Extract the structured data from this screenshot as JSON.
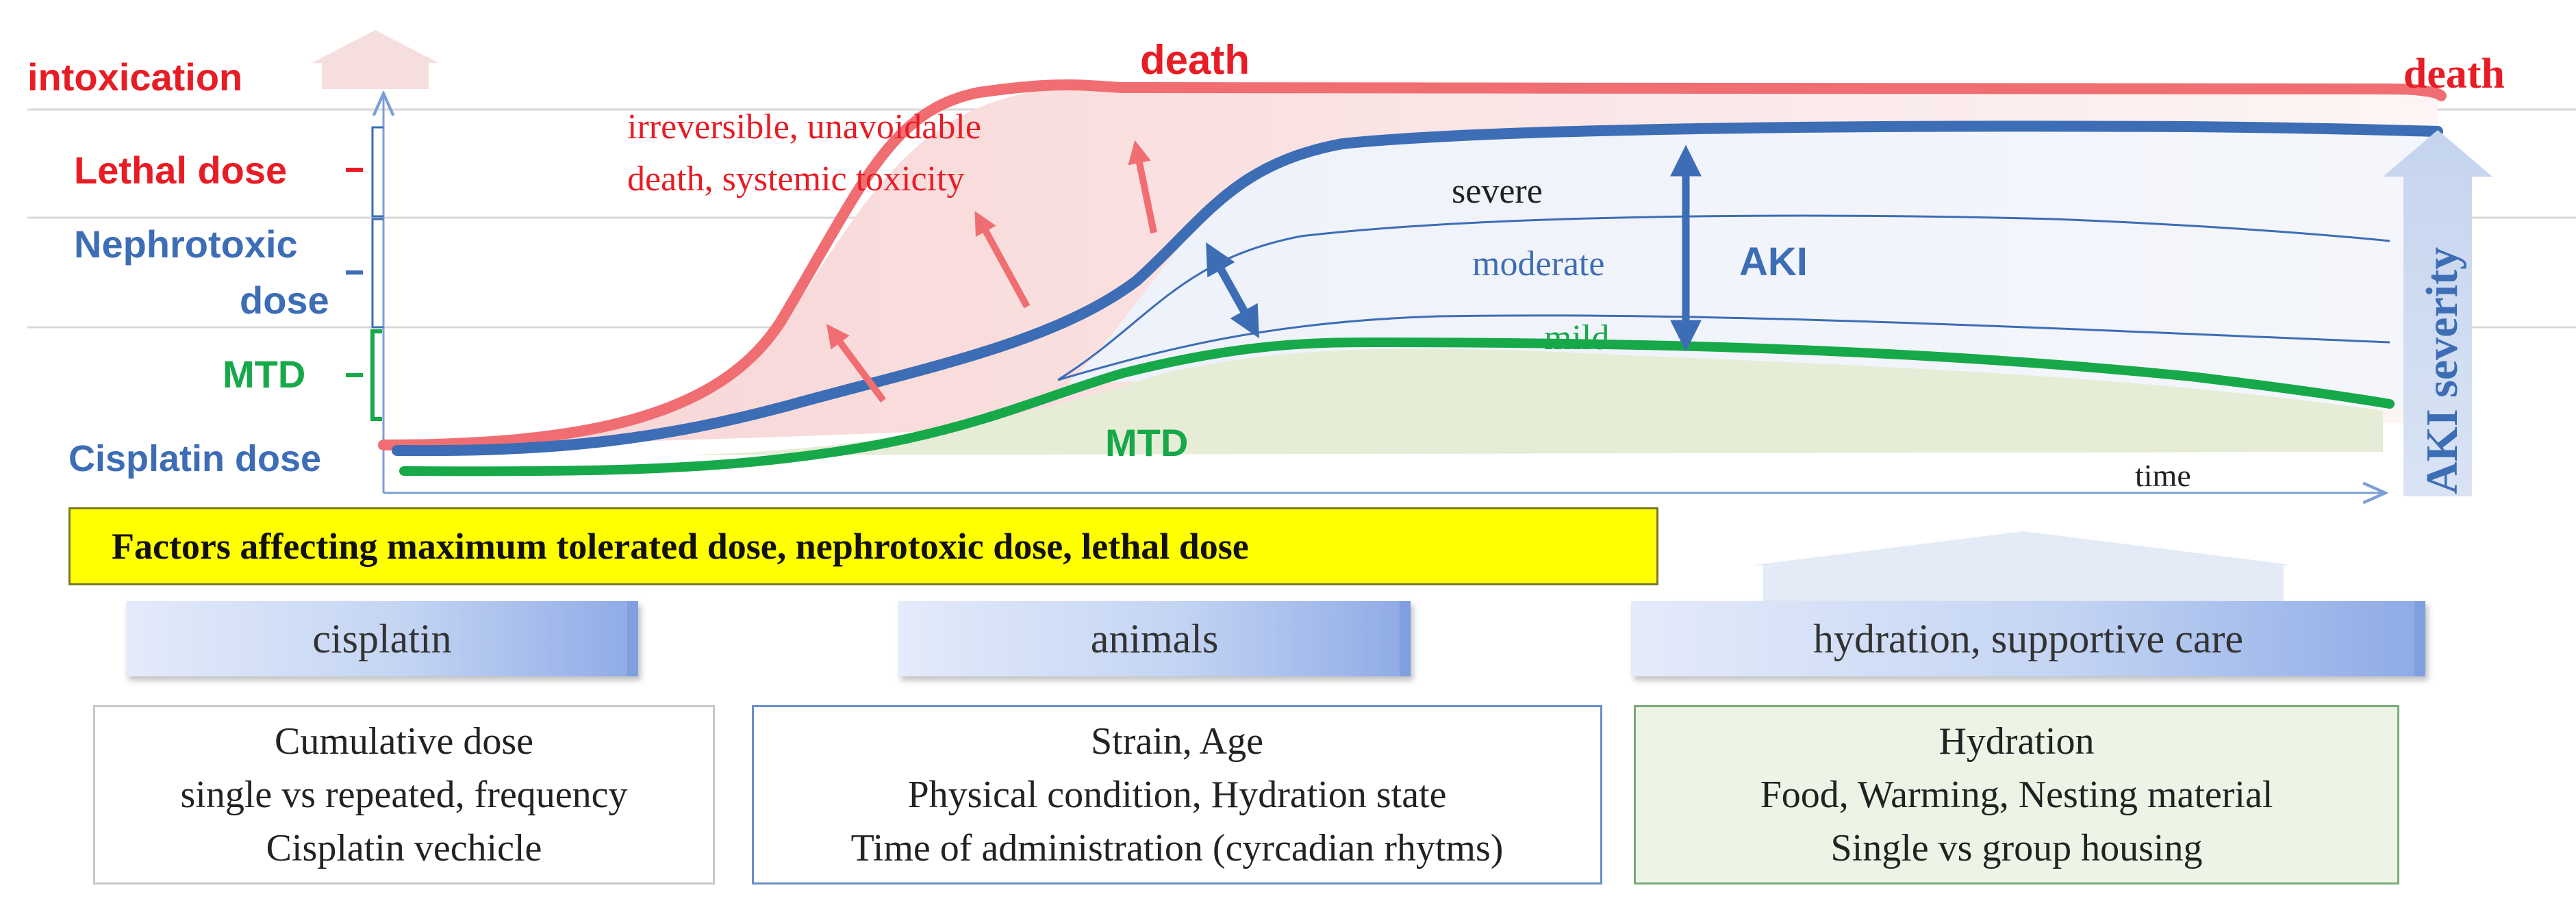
{
  "chart": {
    "top_left_label": "intoxication",
    "peak_label": "death",
    "top_right_label": "death",
    "y_labels": {
      "lethal": "Lethal dose",
      "nephro_line1": "Nephrotoxic",
      "nephro_line2": "dose",
      "mtd": "MTD",
      "cisplatin": "Cisplatin dose"
    },
    "red_annotation_line1": "irreversible, unavoidable",
    "red_annotation_line2": "death, systemic toxicity",
    "severity_levels": {
      "severe": "severe",
      "moderate": "moderate",
      "mild": "mild"
    },
    "aki_label": "AKI",
    "mtd_area_label": "MTD",
    "time_label": "time",
    "aki_severity_label": "AKI severity",
    "colors": {
      "red": "#e81c24",
      "red_curve": "#f06e72",
      "blue": "#3d6db5",
      "green": "#17a84a",
      "mtd_fill": "#e6edd6",
      "arrow_fill": "#c9d6ec"
    }
  },
  "factors": {
    "banner": "Factors affecting maximum tolerated dose, nephrotoxic dose, lethal dose",
    "categories": [
      {
        "title": "cisplatin",
        "items": [
          "Cumulative dose",
          "single vs repeated, frequency",
          "Cisplatin vechicle"
        ]
      },
      {
        "title": "animals",
        "items": [
          "Strain, Age",
          "Physical condition, Hydration state",
          "Time of administration (cyrcadian rhytms)"
        ]
      },
      {
        "title": "hydration, supportive care",
        "items": [
          "Hydration",
          "Food, Warming, Nesting material",
          "Single vs group housing"
        ]
      }
    ]
  }
}
